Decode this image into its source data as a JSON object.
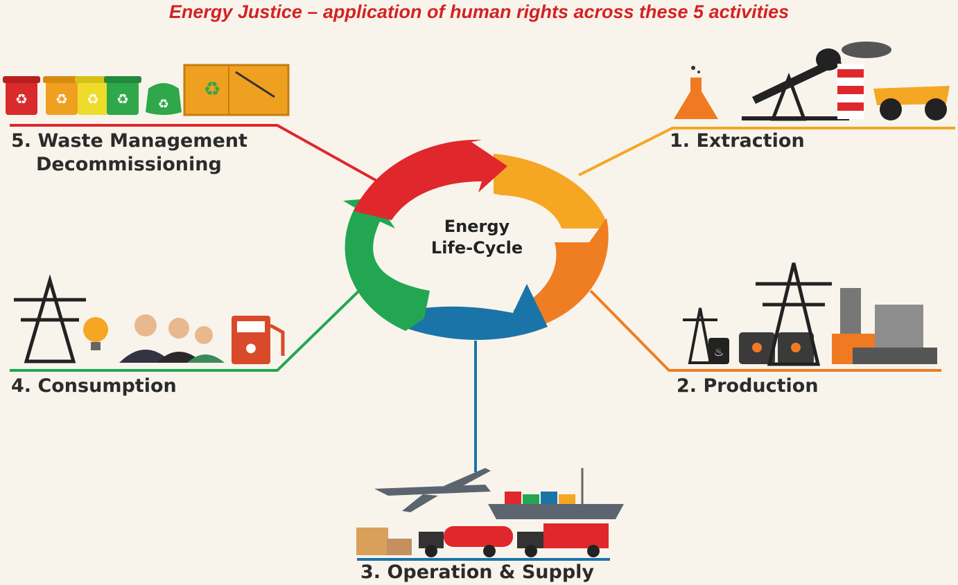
{
  "title": "Energy Justice – application of human rights across these 5 activities",
  "center": {
    "line1": "Energy",
    "line2": "Life-Cycle"
  },
  "stages": [
    {
      "id": "extraction",
      "label": "1. Extraction",
      "color": "#f5a623"
    },
    {
      "id": "production",
      "label": "2. Production",
      "color": "#ef7d22"
    },
    {
      "id": "operation",
      "label": "3. Operation & Supply",
      "color": "#1a74a8"
    },
    {
      "id": "consumption",
      "label": "4. Consumption",
      "color": "#23a652"
    },
    {
      "id": "waste",
      "label_line1": "5. Waste Management",
      "label_line2": "Decommissioning",
      "color": "#e0272c"
    }
  ],
  "colors": {
    "title": "#d42222",
    "background": "#f8f4ec",
    "ink": "#2b2b2b"
  },
  "icons": {
    "waste": [
      "recycle-bin-red-icon",
      "recycle-bin-orange-icon",
      "recycle-bin-yellow-icon",
      "recycle-bin-green-icon",
      "recycle-bag-icon",
      "recycle-dumpster-icon"
    ],
    "extraction": [
      "flask-icon",
      "oil-pumpjack-icon",
      "smokestack-icon",
      "mining-truck-icon"
    ],
    "production": [
      "power-pylon-icon",
      "fuel-barrel-icon",
      "oil-barrels-icon",
      "power-pylon-icon",
      "factory-icon"
    ],
    "consumption": [
      "power-pylon-icon",
      "light-bulb-icon",
      "people-icon",
      "fuel-pump-icon"
    ],
    "operation": [
      "airplane-icon",
      "cargo-ship-icon",
      "cardboard-boxes-icon",
      "tanker-truck-icon",
      "cargo-truck-icon"
    ]
  }
}
